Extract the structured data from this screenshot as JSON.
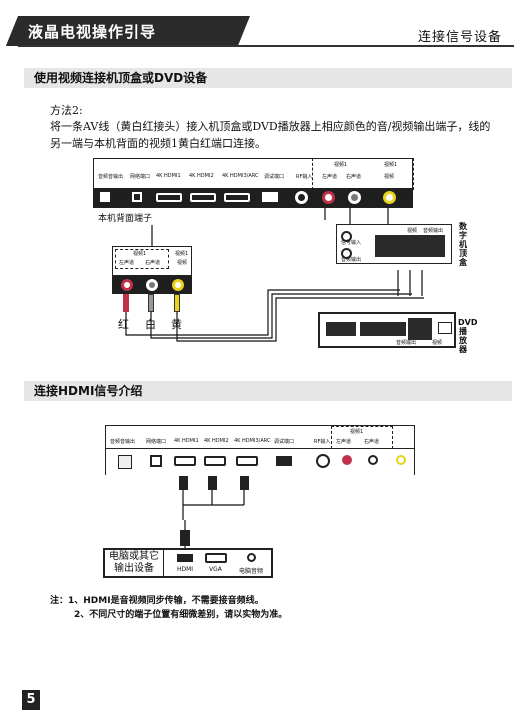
{
  "header": {
    "title": "液晶电视操作引导",
    "section": "连接信号设备"
  },
  "section1": {
    "title": "使用视频连接机顶盒或DVD设备",
    "method": "方法2:",
    "desc_line1": "将一条AV线（黄白红接头）接入机顶盒或DVD播放器上相应颜色的音/视频输出端子，线的",
    "desc_line2": "另一端与本机背面的视频1黄白红端口连接。"
  },
  "panel1": {
    "labels": [
      "音频音输出",
      "网络端口",
      "4K HDMI1",
      "4K HDMI2",
      "4K HDMI3/ARC",
      "调试端口",
      "RF输入"
    ],
    "video1_label": "视频1",
    "left_label": "左声道",
    "right_label": "右声道",
    "video_label": "视频",
    "caption": "本机背面端子"
  },
  "zoom": {
    "video1_label": "视频1",
    "left_label": "左声道",
    "right_label": "右声道",
    "video_label": "视频",
    "red": "红",
    "white": "白",
    "yellow": "黄"
  },
  "stb": {
    "label": "数字机顶盒",
    "signal_in": "信号输入",
    "audio_out": "音频输出",
    "video": "视频",
    "audio_out2": "音频输出"
  },
  "dvd": {
    "label": "DVD播放器",
    "audio_out": "音频输出",
    "video": "视频"
  },
  "section2": {
    "title": "连接HDMI信号介绍"
  },
  "panel2": {
    "labels": [
      "音频音输出",
      "网络端口",
      "4K HDMI1",
      "4K HDMI2",
      "4K HDMI3/ARC",
      "调试端口",
      "RF输入"
    ],
    "video1_label": "视频1",
    "left_label": "左声道",
    "right_label": "右声道"
  },
  "pc": {
    "label_line1": "电脑或其它",
    "label_line2": "输出设备",
    "hdmi": "HDMI",
    "vga": "VGA",
    "audio": "电脑音频"
  },
  "notes": {
    "line1": "注：1、HDMI是音视频同步传输，不需要接音频线。",
    "line2": "2、不同尺寸的端子位置有细微差别，请以实物为准。"
  },
  "page_number": "5"
}
